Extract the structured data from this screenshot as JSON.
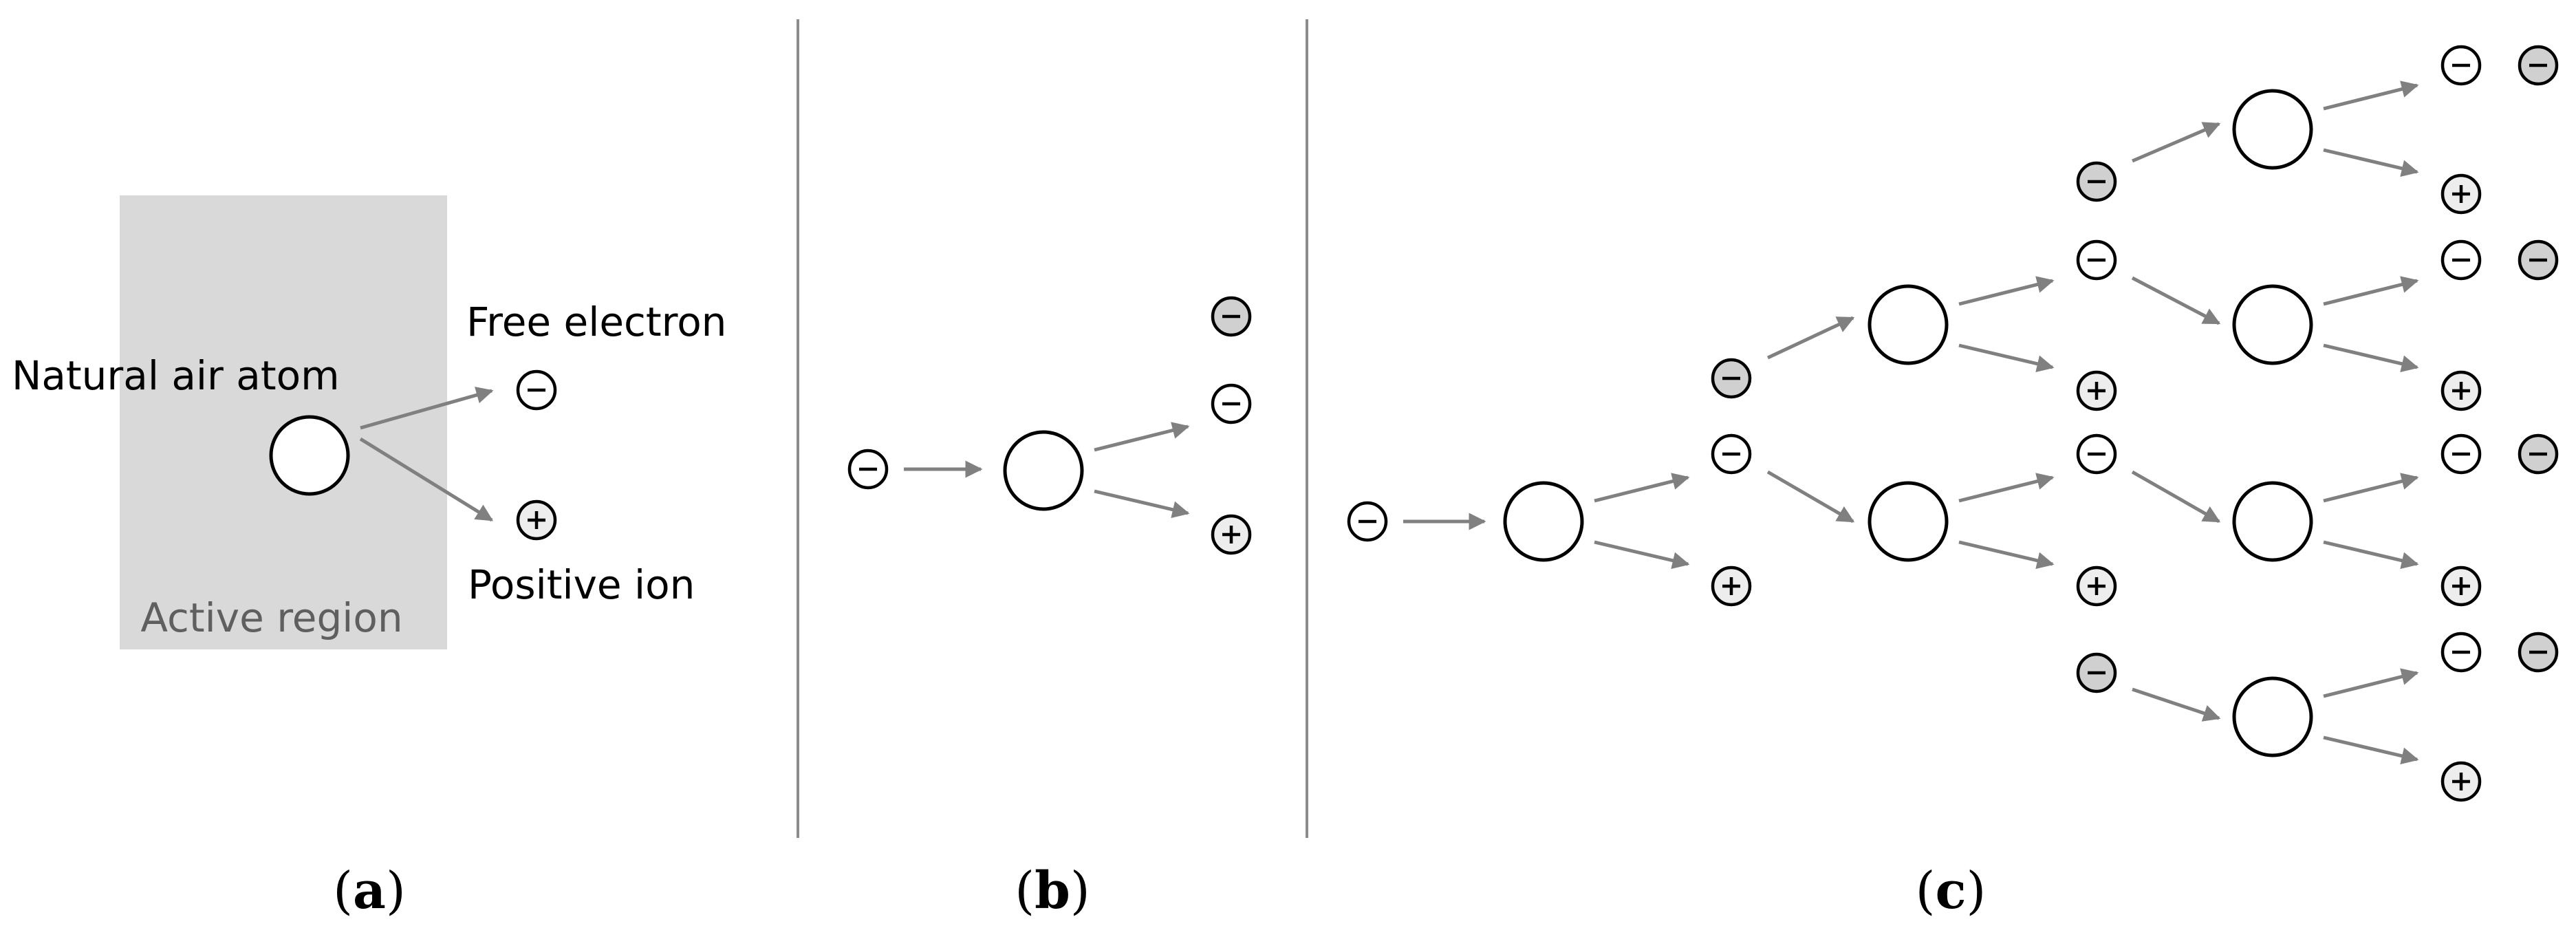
{
  "labels": {
    "natural_air_atom": "Natural air atom",
    "free_electron": "Free electron",
    "positive_ion": "Positive ion",
    "active_region": "Active region"
  },
  "panels": {
    "a": {
      "letter": "a"
    },
    "b": {
      "letter": "b"
    },
    "c": {
      "letter": "c"
    }
  },
  "symbols": {
    "electron": "−",
    "ion": "+"
  },
  "colors": {
    "arrow": "#808080",
    "divider": "#8c8c8c",
    "active_region_fill": "#d9d9d9",
    "active_region_text": "#5f5f5f",
    "ion_fill": "#ededed",
    "freed_electron_fill": "#d0d0d0",
    "stroke": "#000000"
  }
}
